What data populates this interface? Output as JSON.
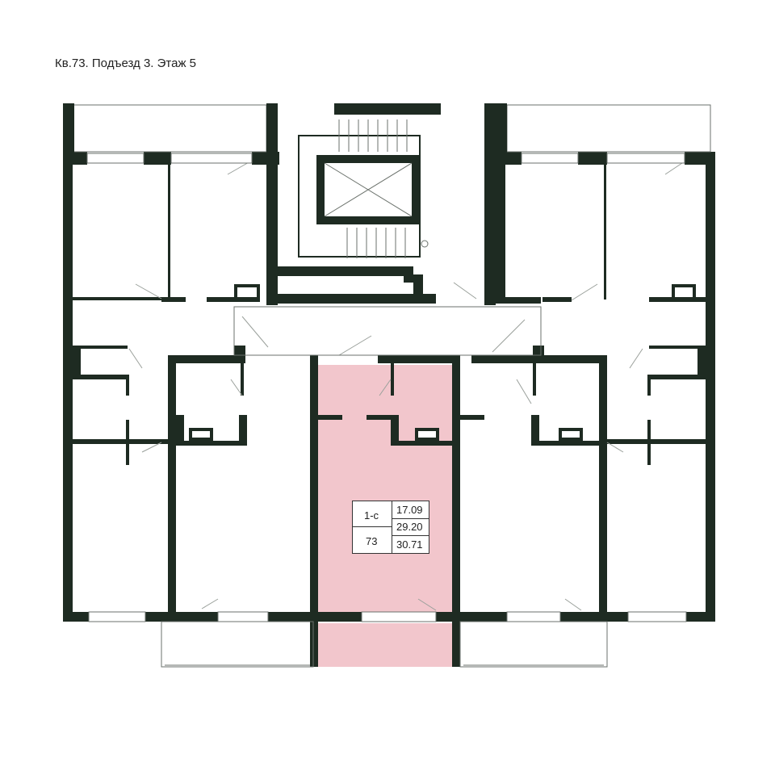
{
  "header": {
    "title": "Кв.73. Подъезд 3. Этаж 5"
  },
  "apartment": {
    "type": "1-с",
    "number": "73",
    "living_area": "17.09",
    "area": "29.20",
    "total_area": "30.71"
  },
  "colors": {
    "wall": "#1e2b22",
    "highlight": "#f2c6cc"
  }
}
